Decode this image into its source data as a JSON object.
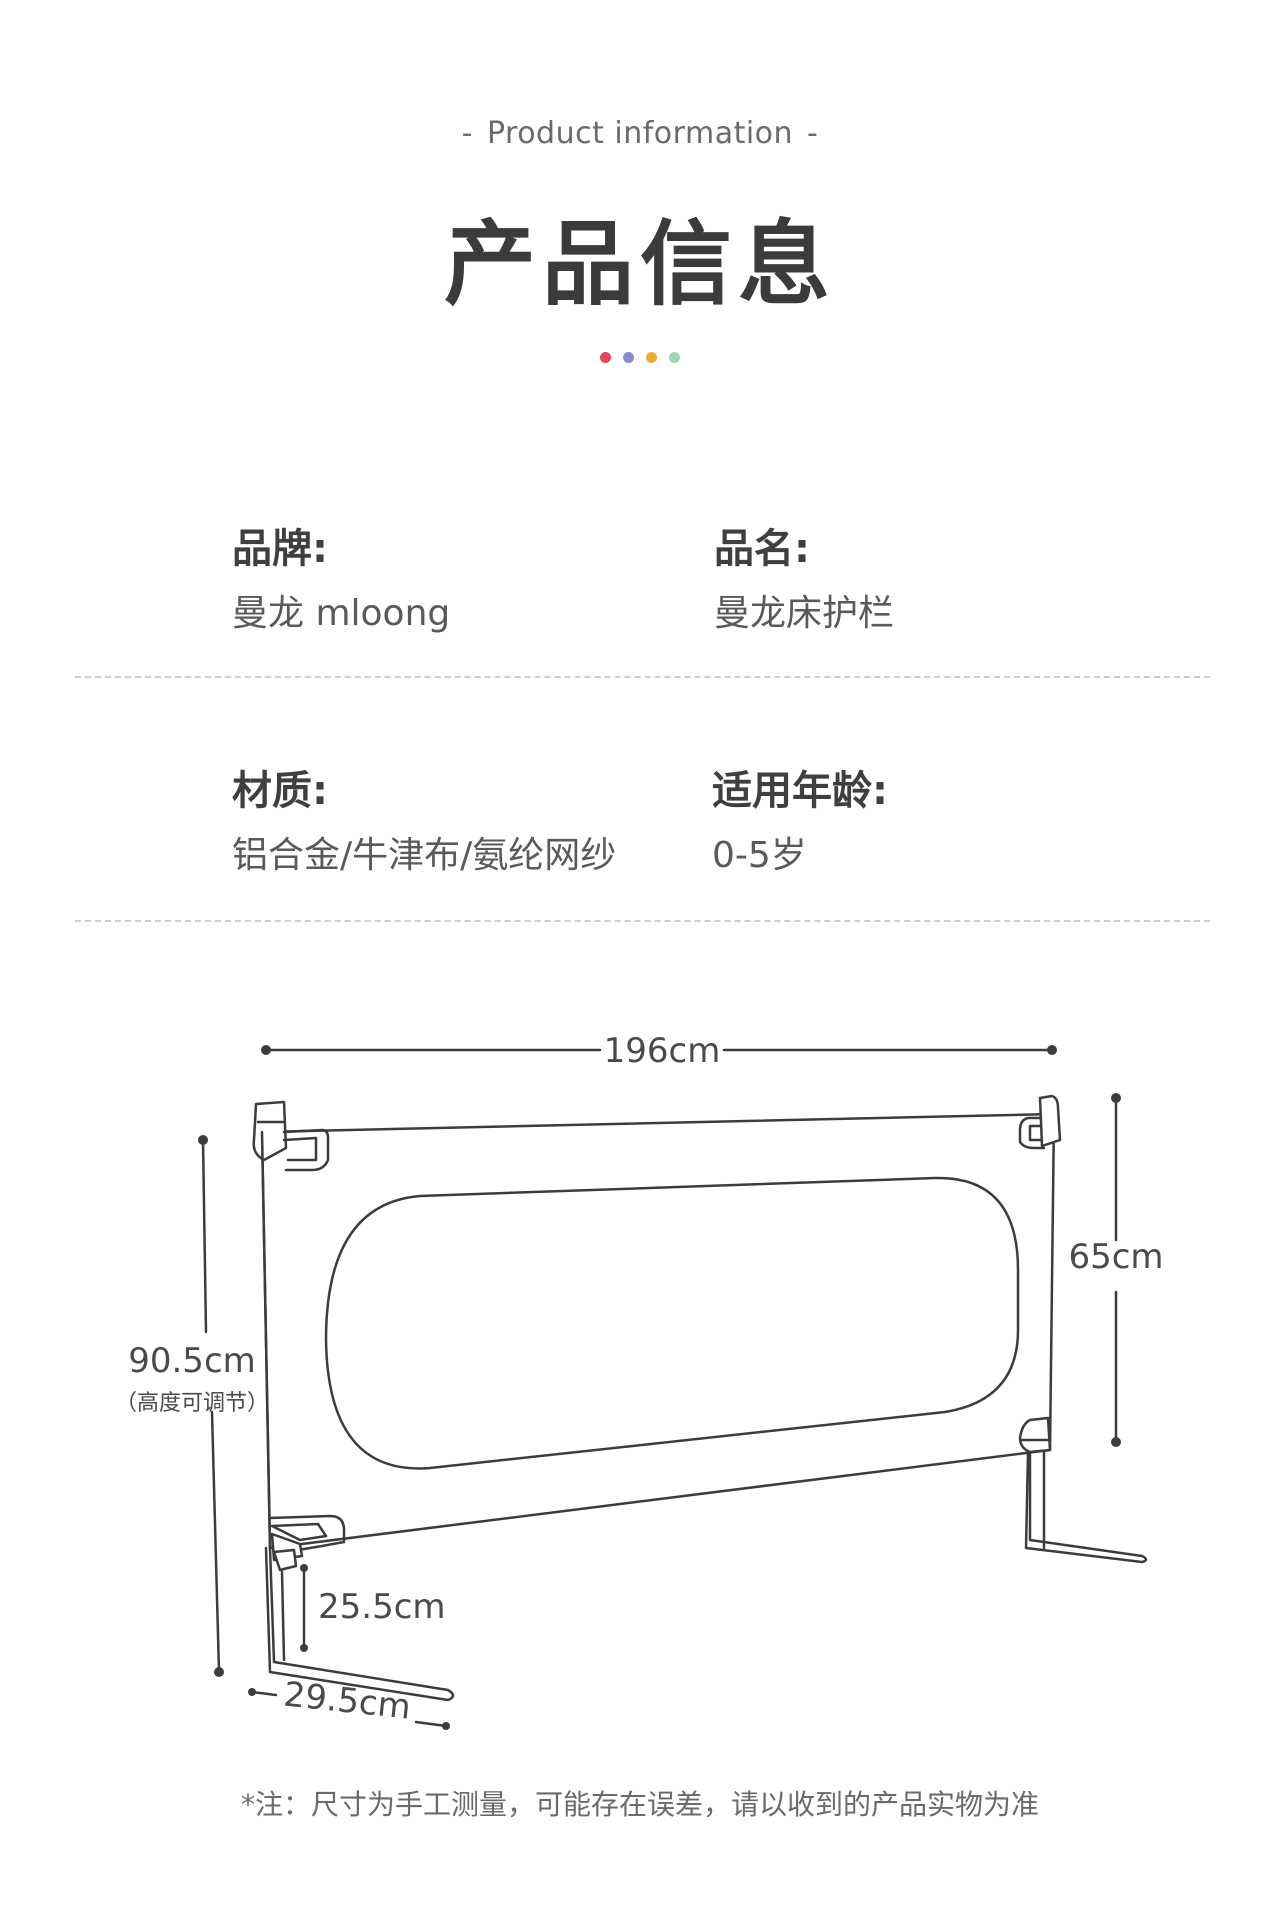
{
  "header": {
    "subtitle": "Product information",
    "dash": "-",
    "title": "产品信息",
    "dot_colors": [
      "#e0485c",
      "#8a8ad0",
      "#e6b12a",
      "#9fd4b4"
    ]
  },
  "info": {
    "brand_label": "品牌:",
    "brand_value": "曼龙 mloong",
    "name_label": "品名:",
    "name_value": "曼龙床护栏",
    "material_label": "材质:",
    "material_value": "铝合金/牛津布/氨纶网纱",
    "age_label": "适用年龄:",
    "age_value": "0-5岁"
  },
  "diagram": {
    "width": "196cm",
    "panel_height": "65cm",
    "total_height": "90.5cm",
    "adjustable_note": "（高度可调节）",
    "ground_clearance": "25.5cm",
    "foot_length": "29.5cm"
  },
  "footer": {
    "note": "*注：尺寸为手工测量，可能存在误差，请以收到的产品实物为准"
  }
}
